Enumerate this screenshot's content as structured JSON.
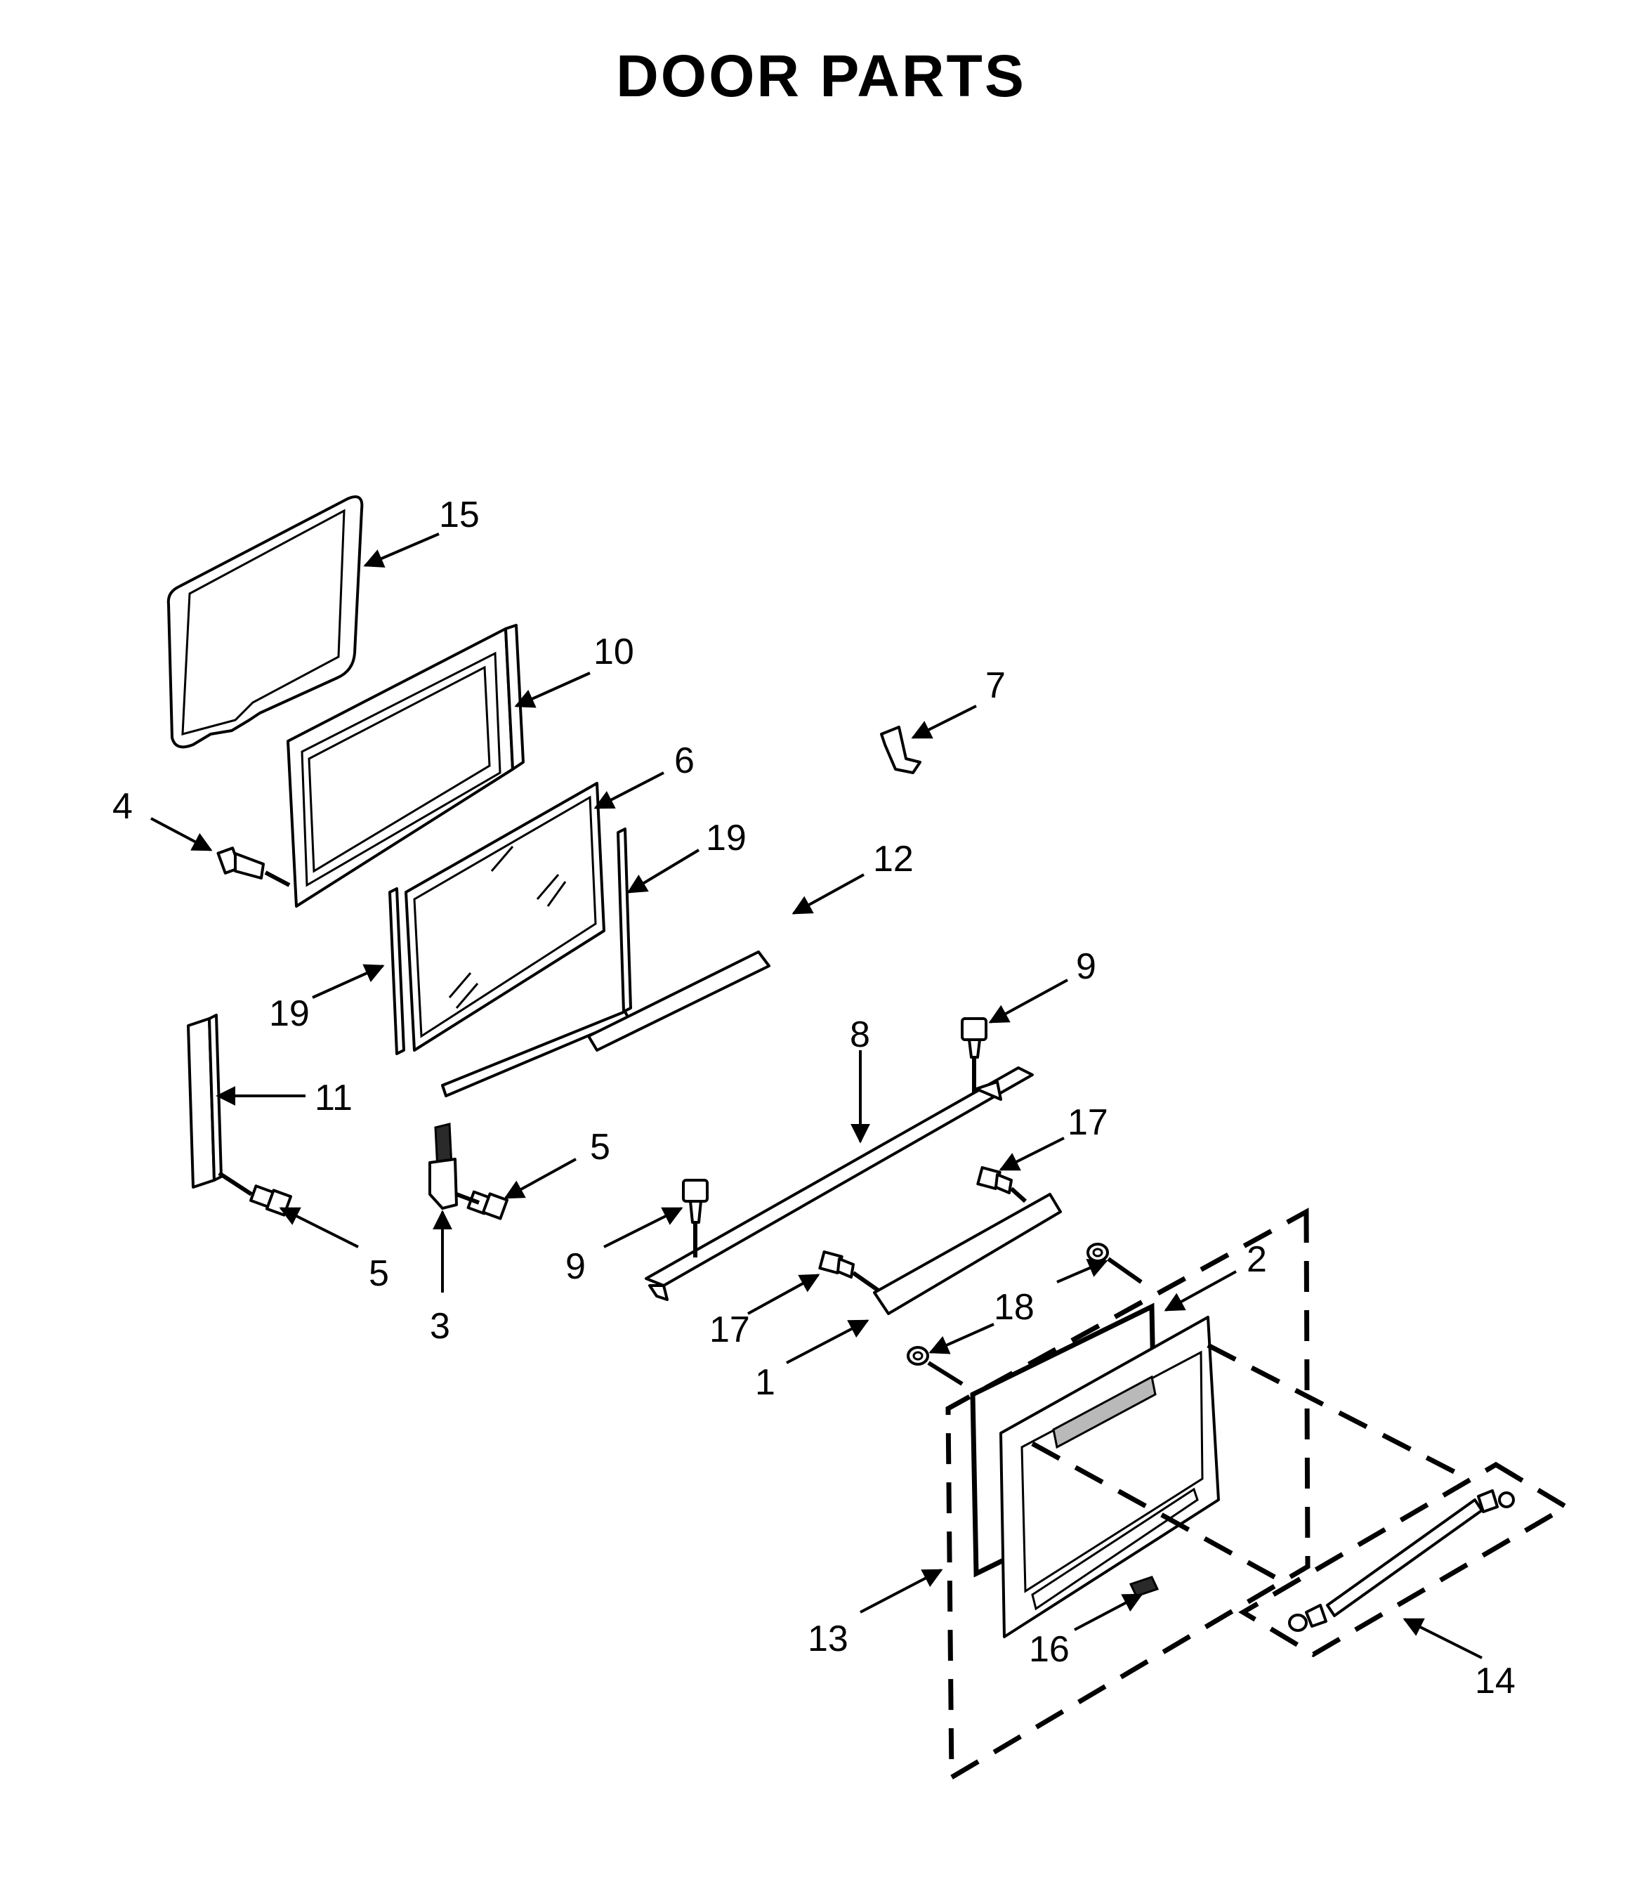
{
  "title": "DOOR PARTS",
  "callouts": {
    "c1": "1",
    "c2": "2",
    "c3": "3",
    "c4": "4",
    "c5a": "5",
    "c5b": "5",
    "c6": "6",
    "c7": "7",
    "c8": "8",
    "c9a": "9",
    "c9b": "9",
    "c10": "10",
    "c11": "11",
    "c12": "12",
    "c13": "13",
    "c14": "14",
    "c15": "15",
    "c16": "16",
    "c17a": "17",
    "c17b": "17",
    "c18": "18",
    "c19a": "19",
    "c19b": "19"
  }
}
